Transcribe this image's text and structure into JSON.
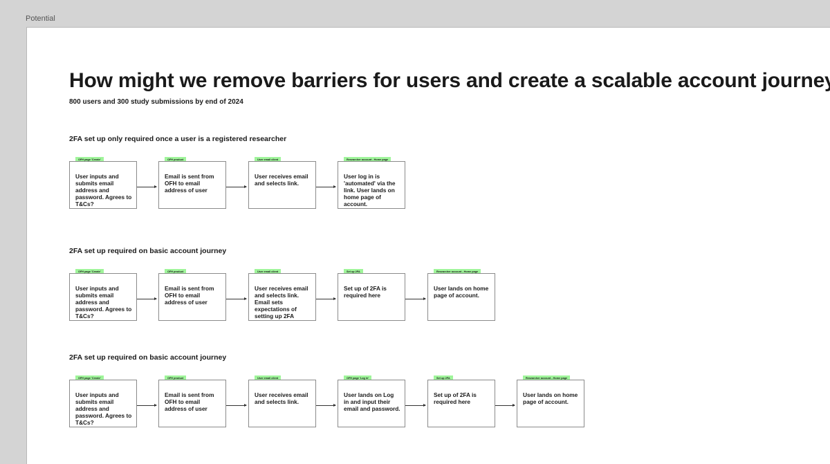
{
  "frame": {
    "label": "Potential"
  },
  "header": {
    "title": "How might we remove barriers for users and create a scalable account journey?",
    "subtitle": "800 users and 300 study submissions by end of 2024"
  },
  "rows": [
    {
      "heading": "2FA set up only required once a user is a registered researcher",
      "steps": [
        {
          "tag": "OFH page 'Create'",
          "text": "User inputs and submits email address and password. Agrees to T&Cs?"
        },
        {
          "tag": "OFH product",
          "text": "Email is sent from OFH to email address of user"
        },
        {
          "tag": "User email client",
          "text": "User receives email and selects link."
        },
        {
          "tag": "Researcher account - Home page",
          "text": "User log in is 'automated' via the link. User lands on home page of account."
        }
      ]
    },
    {
      "heading": "2FA set up required on basic account journey",
      "steps": [
        {
          "tag": "OFH page 'Create'",
          "text": "User inputs and submits email address and password. Agrees to T&Cs?"
        },
        {
          "tag": "OFH product",
          "text": "Email is sent from OFH to email address of user"
        },
        {
          "tag": "User email client",
          "text": "User receives email and selects link. Email sets expectations of setting up 2FA"
        },
        {
          "tag": "Set up 2FA",
          "text": "Set up of 2FA is required here"
        },
        {
          "tag": "Researcher account - Home page",
          "text": "User lands on home page of account."
        }
      ]
    },
    {
      "heading": "2FA set up required on basic account journey",
      "steps": [
        {
          "tag": "OFH page 'Create'",
          "text": "User inputs and submits email address and password. Agrees to T&Cs?"
        },
        {
          "tag": "OFH product",
          "text": "Email is sent from OFH to email address of user"
        },
        {
          "tag": "User email client",
          "text": "User receives email and selects link."
        },
        {
          "tag": "OFH page 'Log in'",
          "text": "User lands on Log in and input their email and password."
        },
        {
          "tag": "Set up 2FA",
          "text": "Set up of 2FA is required here"
        },
        {
          "tag": "Researcher account - Home page",
          "text": "User lands on home page of account."
        }
      ]
    }
  ]
}
